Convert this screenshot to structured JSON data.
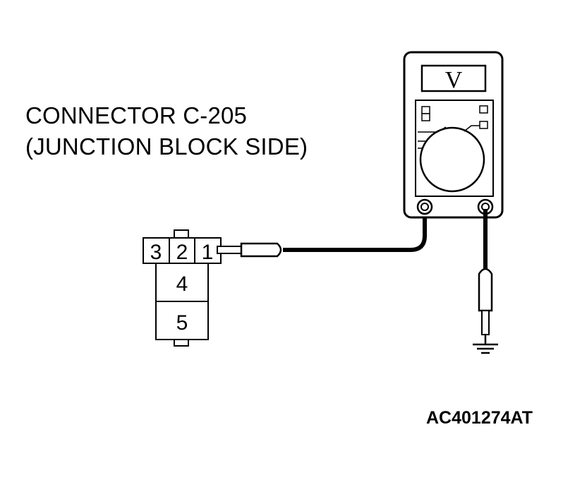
{
  "caption": {
    "line1": "CONNECTOR C-205",
    "line2": "(JUNCTION BLOCK SIDE)"
  },
  "connector": {
    "pins": [
      "3",
      "2",
      "1",
      "4",
      "5"
    ]
  },
  "meter": {
    "display": "V"
  },
  "figure_id": "AC401274AT"
}
